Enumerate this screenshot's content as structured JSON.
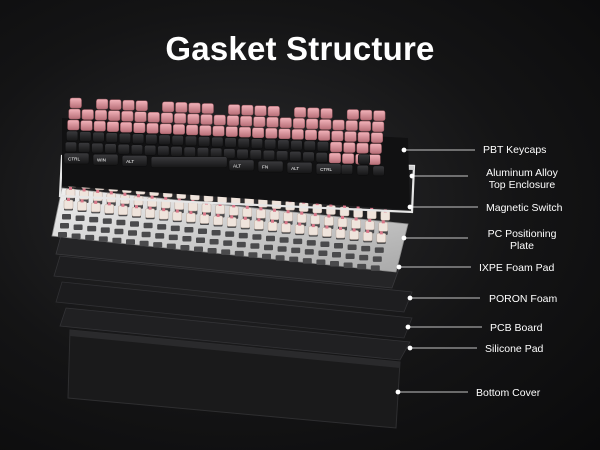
{
  "title": "Gasket Structure",
  "colors": {
    "background": "#141415",
    "keycap_pink": "#e6a0a8",
    "keycap_dark": "#2a2a2c",
    "plate_silver": "#d9d9d9",
    "foam_dark": "#1c1c1e",
    "text": "#ffffff"
  },
  "keycap_legends": [
    "CTRL",
    "WIN",
    "ALT",
    "ALT",
    "FN",
    "ALT",
    "CTRL"
  ],
  "layers": [
    {
      "name": "PBT Keycaps"
    },
    {
      "name": "Aluminum Alloy",
      "line2": "Top Enclosure"
    },
    {
      "name": "Magnetic Switch"
    },
    {
      "name": "PC Positioning",
      "line2": "Plate"
    },
    {
      "name": "IXPE Foam Pad"
    },
    {
      "name": "PORON Foam"
    },
    {
      "name": "PCB Board"
    },
    {
      "name": "Silicone Pad"
    },
    {
      "name": "Bottom Cover"
    }
  ]
}
